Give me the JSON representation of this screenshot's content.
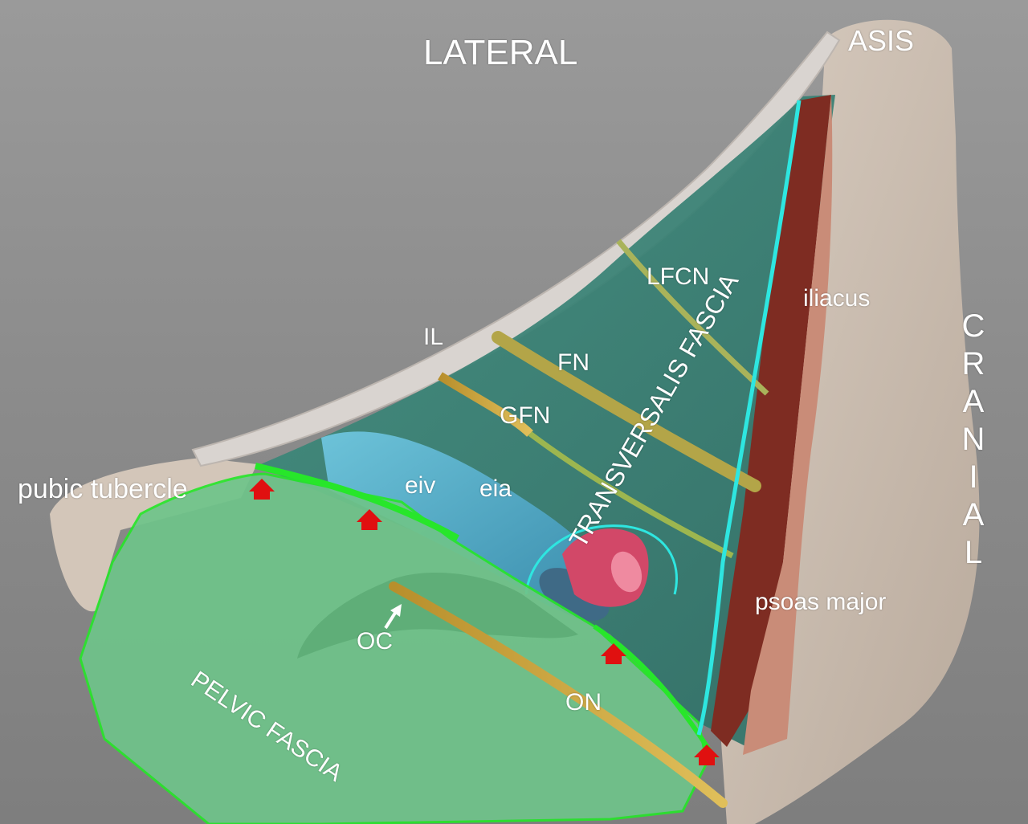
{
  "labels": {
    "lateral": "LATERAL",
    "asis": "ASIS",
    "cranial": [
      "C",
      "R",
      "A",
      "N",
      "I",
      "A",
      "L"
    ],
    "lfcn": "LFCN",
    "iliacus": "iliacus",
    "il": "IL",
    "fn": "FN",
    "gfn": "GFN",
    "transversalis_fascia": "TRANSVERSALIS FASCIA",
    "pubic_tubercle": "pubic tubercle",
    "eiv": "eiv",
    "eia": "eia",
    "psoas_major": "psoas major",
    "oc": "OC",
    "on": "ON",
    "pelvic_fascia": "PELVIC FASCIA"
  },
  "colors": {
    "background": "#8c8c8c",
    "bone": "#cdbfb2",
    "pelvic_fascia": "#6fc48a",
    "pelvic_fascia_border": "#27e62a",
    "transversalis_outline": "#2ee6e0",
    "vessel_vein": "#5ab6d2",
    "vessel_artery": "#d24868",
    "muscle_iliacus": "#c98c78",
    "muscle_dark": "#7e2c22",
    "nerve": "#caa640",
    "arrow": "#e01010",
    "label_text": "#ffffff"
  },
  "icons": {
    "red_arrow": "red-arrow-icon",
    "white_arrow": "white-arrow-icon"
  }
}
